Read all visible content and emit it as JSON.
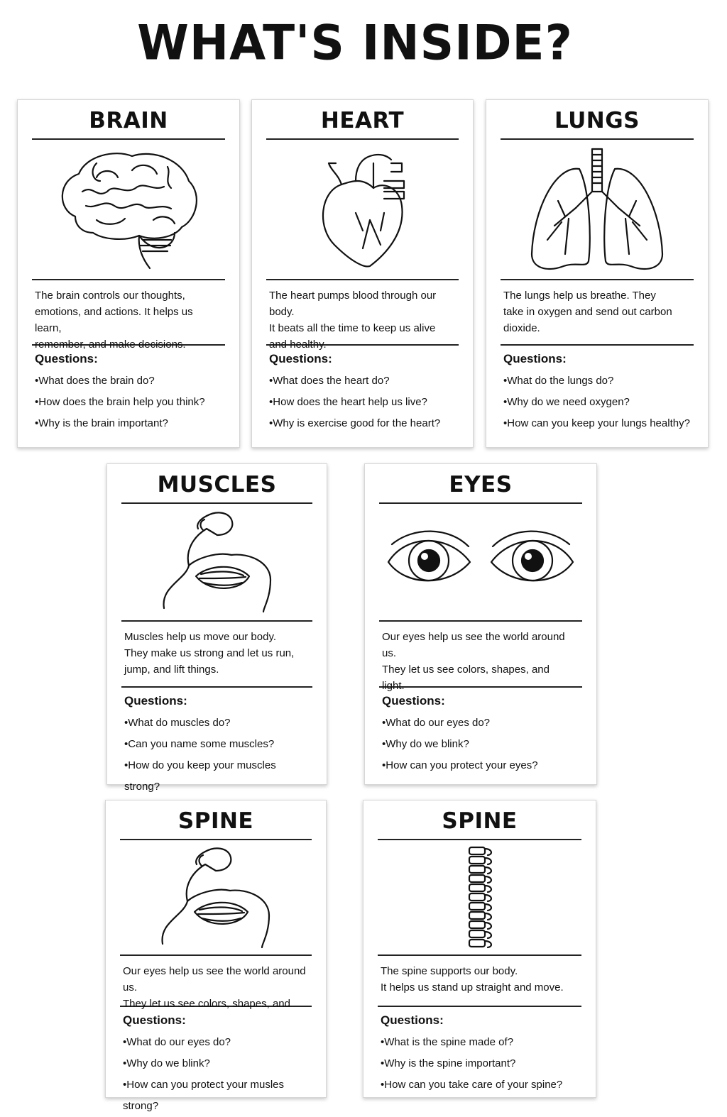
{
  "title": "WHAT'S INSIDE?",
  "questions_label": "Questions:",
  "cards": [
    {
      "title": "BRAIN",
      "icon": "brain-icon",
      "description": "The brain controls our thoughts,\nemotions, and actions. It helps us learn,\nremember, and make decisions.",
      "questions": [
        "What does the brain do?",
        "How does the brain help you think?",
        "Why is the brain important?"
      ]
    },
    {
      "title": "HEART",
      "icon": "heart-icon",
      "description": "The heart pumps blood through our body.\nIt beats all the time to keep us alive\nand healthy.",
      "questions": [
        "What does the heart do?",
        "How does the heart help us live?",
        "Why is exercise good for the heart?"
      ]
    },
    {
      "title": "LUNGS",
      "icon": "lungs-icon",
      "description": "The lungs help us breathe. They\ntake in oxygen and send out carbon dioxide.",
      "questions": [
        "What do the lungs do?",
        "Why do we need oxygen?",
        "How can you keep your lungs healthy?"
      ]
    },
    {
      "title": "MUSCLES",
      "icon": "flexed-arm-icon",
      "description": "Muscles help us move our body.\nThey make us strong and let us run,\njump, and lift things.",
      "questions": [
        "What do muscles do?",
        "Can you name some muscles?",
        "How do you keep your muscles strong?"
      ]
    },
    {
      "title": "EYES",
      "icon": "eyes-icon",
      "description": "Our eyes help us see the world around us.\nThey let us see colors, shapes, and\nlight.",
      "questions": [
        "What do our eyes do?",
        "Why do we blink?",
        "How can you protect your eyes?"
      ]
    },
    {
      "title": "SPINE",
      "icon": "flexed-arm-icon",
      "description": "Our eyes help us see the world around us.\nThey let us see colors, shapes, and",
      "questions": [
        "What do our eyes do?",
        "Why do we blink?",
        "How can you protect your musles strong?"
      ]
    },
    {
      "title": "SPINE",
      "icon": "spine-icon",
      "description": "The spine supports our body.\nIt helps us stand up straight and move.",
      "questions": [
        "What is the spine made of?",
        "Why is the spine important?",
        "How can you take care of your spine?"
      ]
    }
  ]
}
